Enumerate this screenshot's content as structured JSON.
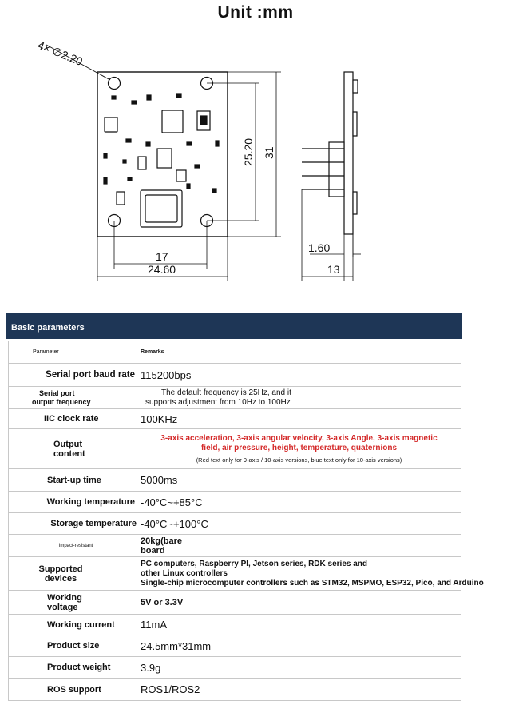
{
  "title": "Unit :mm",
  "drawing": {
    "hole_callout": "4× ∅2.20",
    "dim_25_20": "25.20",
    "dim_31": "31",
    "dim_17": "17",
    "dim_24_60": "24.60",
    "dim_1_60": "1.60",
    "dim_13": "13"
  },
  "table": {
    "heading": "Basic parameters",
    "col_parameter": "Parameter",
    "col_remarks": "Remarks",
    "rows": [
      {
        "param": "Serial port baud rate",
        "remark": "115200bps"
      },
      {
        "param_l1": "Serial port",
        "param_l2": "output frequency",
        "remark_l1": "The default frequency is 25Hz, and it",
        "remark_l2": "supports adjustment from 10Hz to 100Hz"
      },
      {
        "param": "IIC clock rate",
        "remark": "100KHz"
      },
      {
        "param_l1": "Output",
        "param_l2": "content",
        "remark_l1": "3-axis acceleration, 3-axis angular velocity, 3-axis Angle, 3-axis magnetic",
        "remark_l2": "field, air pressure, height, temperature, quaternions",
        "note": "(Red text only for 9-axis / 10-axis versions, blue text only for 10-axis versions)"
      },
      {
        "param": "Start-up time",
        "remark": "5000ms"
      },
      {
        "param": "Working temperature",
        "remark": "-40°C~+85°C"
      },
      {
        "param": "Storage temperature",
        "remark": "-40°C~+100°C"
      },
      {
        "param": "Impact-resistant",
        "remark_l1": "20kg(bare",
        "remark_l2": "board"
      },
      {
        "param_l1": "Supported",
        "param_l2": "devices",
        "remark_l1": "PC computers, Raspberry PI, Jetson series, RDK series and",
        "remark_l2": "other Linux controllers",
        "remark_l3": "Single-chip microcomputer controllers such as STM32, MSPMO, ESP32, Pico, and Arduino"
      },
      {
        "param_l1": "Working",
        "param_l2": "voltage",
        "remark": "5V or 3.3V"
      },
      {
        "param": "Working current",
        "remark": "11mA"
      },
      {
        "param": "Product size",
        "remark": "24.5mm*31mm"
      },
      {
        "param": "Product weight",
        "remark": "3.9g"
      },
      {
        "param": "ROS support",
        "remark": "ROS1/ROS2"
      }
    ]
  }
}
